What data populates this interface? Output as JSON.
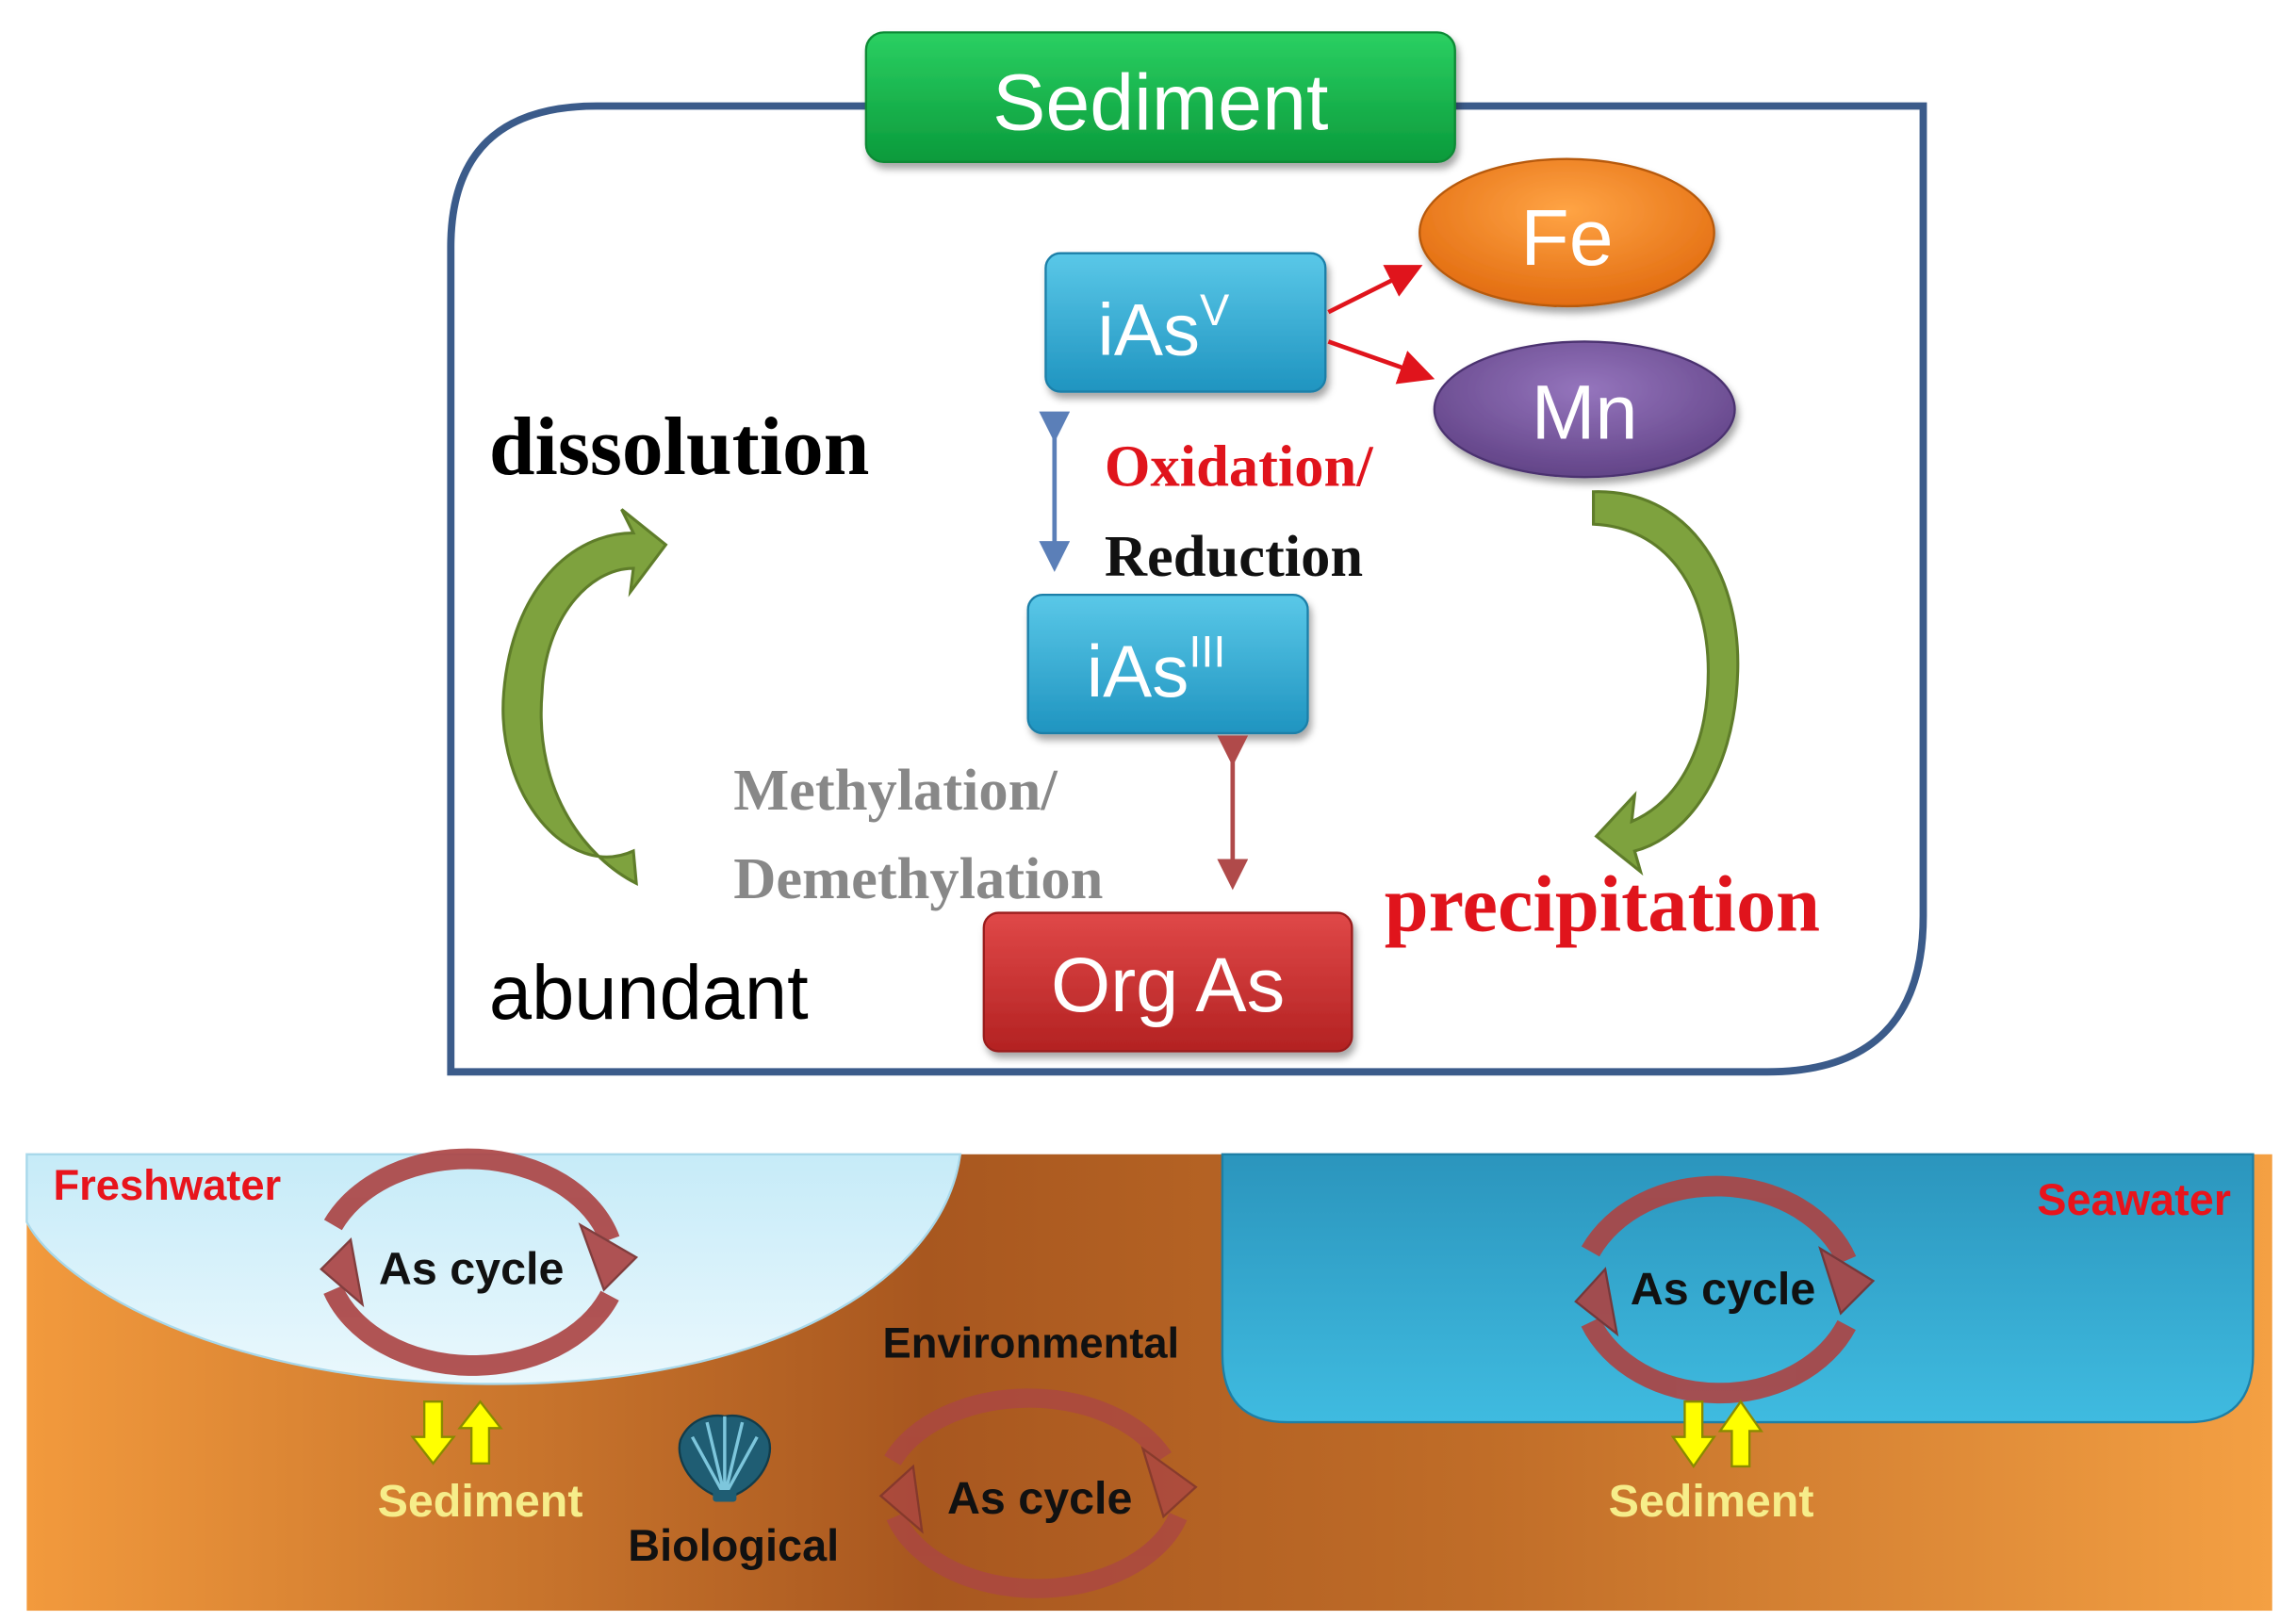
{
  "sediment_panel": {
    "title": "Sediment",
    "species": {
      "ias_v": {
        "base": "iAs",
        "superscript": "V"
      },
      "ias_iii": {
        "base": "iAs",
        "superscript": "III"
      },
      "org_as": "Org As"
    },
    "metals": {
      "fe": "Fe",
      "mn": "Mn"
    },
    "processes": {
      "oxidation": "Oxidation/",
      "reduction": "Reduction",
      "methylation": "Methylation/",
      "demethylation": "Demethylation",
      "dissolution": "dissolution",
      "precipitation": "precipitation",
      "abundant": "abundant"
    }
  },
  "environment_panel": {
    "freshwater": {
      "label": "Freshwater",
      "cycle": "As cycle",
      "sediment": "Sediment"
    },
    "seawater": {
      "label": "Seawater",
      "cycle": "As cycle",
      "sediment": "Sediment"
    },
    "environmental": {
      "label": "Environmental",
      "cycle": "As cycle"
    },
    "biological": {
      "label": "Biological",
      "icon": "shell-icon"
    }
  },
  "colors": {
    "panel_border": "#3b5b8a",
    "sediment_green": "#12b04a",
    "ias_blue": "#29a5cf",
    "fe_orange": "#ee7410",
    "mn_purple": "#6e4e93",
    "org_red": "#c62d2d",
    "oxidation_red": "#e0141c",
    "methylation_gray": "#888888",
    "arrow_green": "#7ea23e",
    "soil_orange": "#e0862c",
    "cycle_red": "#ab4545",
    "freshwater_blue": "#d3f0fa",
    "seawater_blue": "#33abd3",
    "exchange_yellow": "#ffff00",
    "label_red": "#e8141c"
  }
}
